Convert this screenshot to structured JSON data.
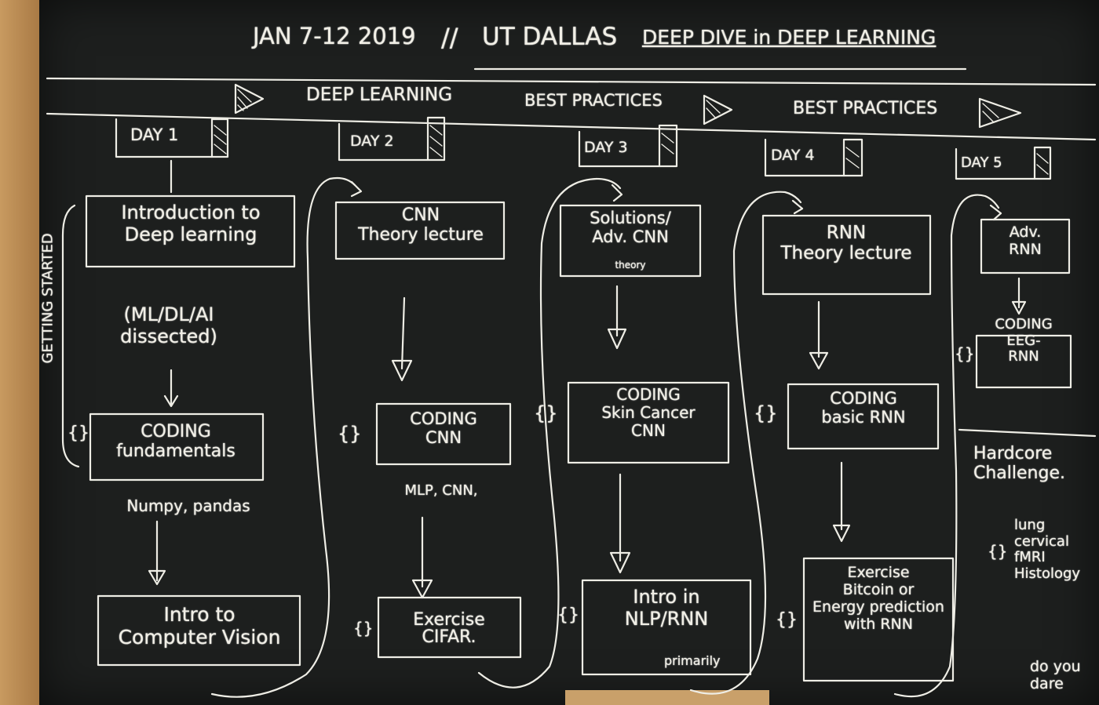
{
  "header": {
    "dates": "JAN 7-12 2019",
    "separator": "//",
    "venue": "UT DALLAS",
    "program": "DEEP DIVE in DEEP LEARNING"
  },
  "tracks": [
    "DEEP LEARNING",
    "BEST PRACTICES",
    "BEST PRACTICES"
  ],
  "side_label": "GETTING STARTED",
  "code_marker": "{}",
  "days": [
    {
      "label": "DAY 1",
      "steps": [
        {
          "text": "Introduction to\nDeep learning",
          "note": "(ML/DL/AI\ndissected)"
        },
        {
          "text": "CODING\nfundamentals",
          "note": "Numpy, pandas"
        },
        {
          "text": "Intro to\nComputer Vision"
        }
      ]
    },
    {
      "label": "DAY 2",
      "steps": [
        {
          "text": "CNN\nTheory lecture"
        },
        {
          "text": "CODING\nCNN",
          "note": "MLP, CNN,"
        },
        {
          "text": "Exercise\nCIFAR."
        }
      ]
    },
    {
      "label": "DAY 3",
      "steps": [
        {
          "text": "Solutions/\nAdv. CNN",
          "note": "theory"
        },
        {
          "text": "CODING\nSkin Cancer\nCNN"
        },
        {
          "text": "Intro in\nNLP/RNN",
          "note": "primarily"
        }
      ]
    },
    {
      "label": "DAY 4",
      "steps": [
        {
          "text": "RNN\nTheory lecture"
        },
        {
          "text": "CODING\nbasic RNN"
        },
        {
          "text": "Exercise\nBitcoin or\nEnergy prediction\nwith RNN"
        }
      ]
    },
    {
      "label": "DAY 5",
      "steps": [
        {
          "text": "Adv.\nRNN"
        },
        {
          "text": "CODING\nEEG-\nRNN"
        }
      ]
    }
  ],
  "challenge": {
    "title": "Hardcore\nChallenge.",
    "items": "lung\ncervical\nfMRI\nHistology",
    "tagline": "do you\ndare"
  }
}
